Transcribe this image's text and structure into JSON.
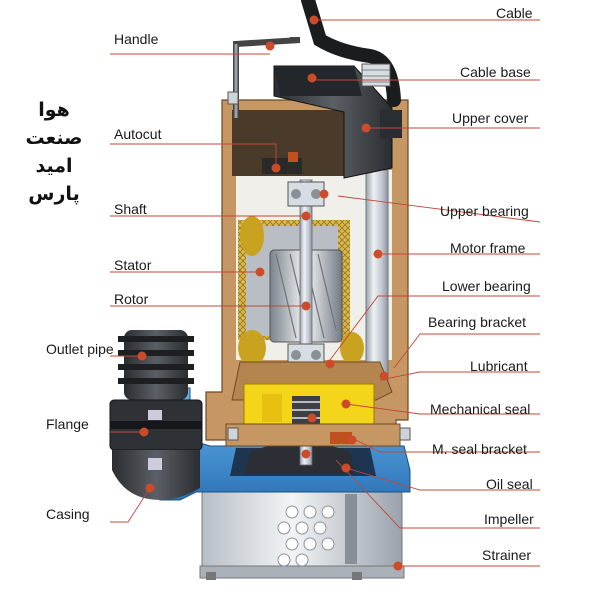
{
  "watermark": [
    "هوا",
    "صنعت",
    "امید",
    "پارس"
  ],
  "labels_left": {
    "handle": "Handle",
    "autocut": "Autocut",
    "shaft": "Shaft",
    "stator": "Stator",
    "rotor": "Rotor",
    "outlet_pipe": "Outlet pipe",
    "flange": "Flange",
    "casing": "Casing"
  },
  "labels_right": {
    "cable": "Cable",
    "cable_base": "Cable base",
    "upper_cover": "Upper cover",
    "upper_bearing": "Upper bearing",
    "motor_frame": "Motor frame",
    "lower_bearing": "Lower bearing",
    "bearing_bracket": "Bearing bracket",
    "lubricant": "Lubricant",
    "mechanical_seal": "Mechanical seal",
    "m_seal_bracket": "M. seal bracket",
    "oil_seal": "Oil seal",
    "impeller": "Impeller",
    "strainer": "Strainer"
  },
  "colors": {
    "leader": "#c0483a",
    "marker": "#cc4c2a",
    "bronze": "#b98a58",
    "casing_blue": "#3f8fd0",
    "lubricant_yellow": "#f3d21a",
    "cover_dark": "#3a3a3a",
    "steel": "#c9cfd6"
  }
}
